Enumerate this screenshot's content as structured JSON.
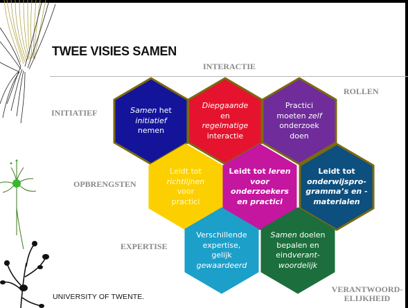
{
  "slide": {
    "title": "TWEE VISIES SAMEN",
    "logo_text": "UNIVERSITY OF TWENTE."
  },
  "axis_labels": {
    "interactie": "INTERACTIE",
    "rollen": "ROLLEN",
    "initiatief": "INITIATIEF",
    "opbrengsten": "OPBRENGSTEN",
    "expertise": "EXPERTISE",
    "verantwoordelijkheid_line1": "VERANTWOORD-",
    "verantwoordelijkheid_line2": "ELIJKHEID"
  },
  "hexagons": [
    {
      "id": "initiatief",
      "fill": "#14149a",
      "border": "#7a6a10",
      "lines": [
        [
          {
            "t": "Samen",
            "i": true
          },
          {
            "t": " het",
            "i": false
          }
        ],
        [
          {
            "t": "initiatief",
            "i": true
          }
        ],
        [
          {
            "t": "nemen",
            "i": false
          }
        ]
      ]
    },
    {
      "id": "interactie",
      "fill": "#e5132d",
      "border": "#7a6a10",
      "lines": [
        [
          {
            "t": "Diepgaande",
            "i": true
          }
        ],
        [
          {
            "t": "en",
            "i": false
          }
        ],
        [
          {
            "t": "regelmatige",
            "i": true
          }
        ],
        [
          {
            "t": "interactie",
            "i": false
          }
        ]
      ]
    },
    {
      "id": "rollen",
      "fill": "#6f2c9a",
      "border": "#7a6a10",
      "lines": [
        [
          {
            "t": "Practici",
            "i": false
          }
        ],
        [
          {
            "t": "moeten ",
            "i": false
          },
          {
            "t": "zelf",
            "i": true
          }
        ],
        [
          {
            "t": "onderzoek",
            "i": false
          }
        ],
        [
          {
            "t": "doen",
            "i": false
          }
        ]
      ]
    },
    {
      "id": "richtlijnen",
      "fill": "#fcd000",
      "border": "#fcd000",
      "lines": [
        [
          {
            "t": "Leidt tot",
            "i": false
          }
        ],
        [
          {
            "t": "richtlijnen",
            "i": true
          }
        ],
        [
          {
            "t": "voor",
            "i": false
          }
        ],
        [
          {
            "t": "practici",
            "i": false
          }
        ]
      ]
    },
    {
      "id": "leren",
      "fill": "#c4169f",
      "border": "#c4169f",
      "lines": [
        [
          {
            "t": "Leidt tot ",
            "i": false
          },
          {
            "t": "leren",
            "i": true
          }
        ],
        [
          {
            "t": "voor",
            "i": true
          }
        ],
        [
          {
            "t": "onderzoekers",
            "i": true
          }
        ],
        [
          {
            "t": "en practici",
            "i": true
          }
        ]
      ]
    },
    {
      "id": "onderwijsprogramma",
      "fill": "#0d4f7e",
      "border": "#7a6a10",
      "lines": [
        [
          {
            "t": "Leidt tot",
            "i": false
          }
        ],
        [
          {
            "t": "onderwijspro-",
            "i": true
          }
        ],
        [
          {
            "t": "gramma’s en -",
            "i": true
          }
        ],
        [
          {
            "t": "materialen",
            "i": true
          }
        ]
      ]
    },
    {
      "id": "expertise",
      "fill": "#1c9fc9",
      "border": "#1c9fc9",
      "lines": [
        [
          {
            "t": "Verschillende",
            "i": false
          }
        ],
        [
          {
            "t": "expertise,",
            "i": false
          }
        ],
        [
          {
            "t": "gelijk",
            "i": false
          }
        ],
        [
          {
            "t": "gewaardeerd",
            "i": true
          }
        ]
      ]
    },
    {
      "id": "verantwoordelijkheid",
      "fill": "#1c6f3c",
      "border": "#1c6f3c",
      "lines": [
        [
          {
            "t": "Samen",
            "i": true
          },
          {
            "t": " doelen",
            "i": false
          }
        ],
        [
          {
            "t": "bepalen en",
            "i": false
          }
        ],
        [
          {
            "t": "eind",
            "i": false
          },
          {
            "t": "verant-",
            "i": true
          }
        ],
        [
          {
            "t": "woordelijk",
            "i": true
          }
        ]
      ]
    }
  ]
}
